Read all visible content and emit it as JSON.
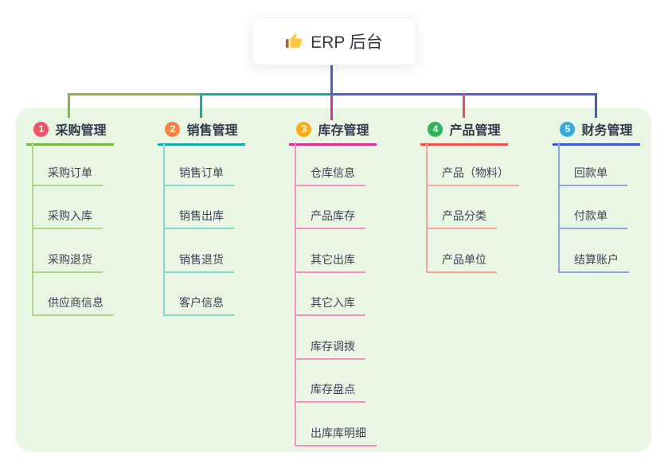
{
  "root": {
    "icon": "thumbs-up-icon",
    "label": "ERP 后台"
  },
  "branches": [
    {
      "index": "1",
      "label": "采购管理",
      "badge_color": "#F0566A",
      "line_color": "#7CB93E",
      "child_line_color": "#AED581",
      "children": [
        "采购订单",
        "采购入库",
        "采购退货",
        "供应商信息"
      ]
    },
    {
      "index": "2",
      "label": "销售管理",
      "badge_color": "#F58240",
      "line_color": "#12ADA3",
      "child_line_color": "#7FD8CE",
      "children": [
        "销售订单",
        "销售出库",
        "销售退货",
        "客户信息"
      ]
    },
    {
      "index": "3",
      "label": "库存管理",
      "badge_color": "#FBAC1B",
      "line_color": "#DA3190",
      "child_line_color": "#F48FC0",
      "children": [
        "仓库信息",
        "产品库存",
        "其它出库",
        "其它入库",
        "库存调拨",
        "库存盘点",
        "出库库明细"
      ]
    },
    {
      "index": "4",
      "label": "产品管理",
      "badge_color": "#2EB45A",
      "line_color": "#F04F4A",
      "child_line_color": "#F8A39B",
      "children": [
        "产品（物料）",
        "产品分类",
        "产品单位"
      ]
    },
    {
      "index": "5",
      "label": "财务管理",
      "badge_color": "#36A9DF",
      "line_color": "#3F5BD4",
      "child_line_color": "#92A3DB",
      "children": [
        "回款单",
        "付款单",
        "结算账户"
      ]
    }
  ],
  "colors": {
    "connector": "#4A5ED6",
    "container_bg": "#E9F6E4",
    "root_icon": "#FFC83D",
    "heading_text": "#313B4B",
    "child_text": "#3B4554"
  }
}
